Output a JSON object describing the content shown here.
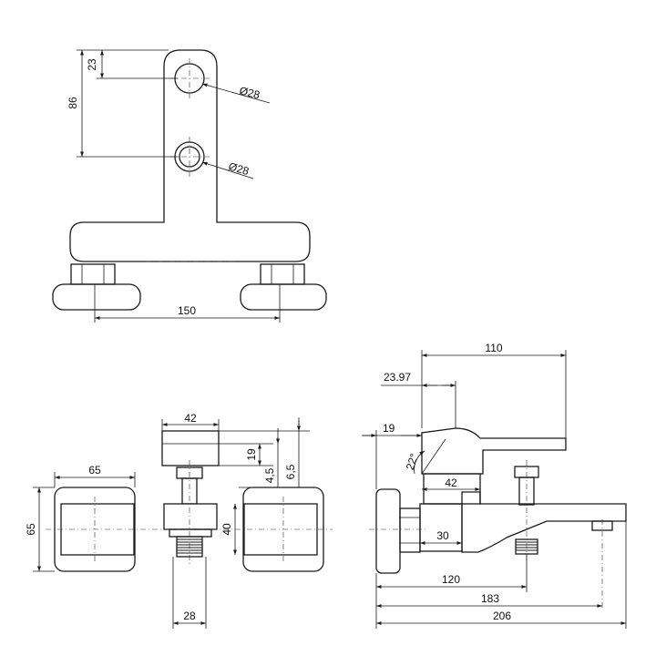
{
  "drawing": {
    "top_view": {
      "dim_23": "23",
      "dim_86": "86",
      "dia_upper": "Ø28",
      "dia_lower": "Ø28",
      "dim_150": "150"
    },
    "front_view": {
      "dim_42": "42",
      "dim_65_width": "65",
      "dim_65_height": "65",
      "dim_19": "19",
      "dim_4_5": "4,5",
      "dim_6_5": "6,5",
      "dim_40": "40",
      "dim_28": "28"
    },
    "side_view": {
      "dim_110": "110",
      "dim_23_97": "23.97",
      "dim_19": "19",
      "angle_22": "22°",
      "dim_42": "42",
      "dim_30": "30",
      "dim_120": "120",
      "dim_183": "183",
      "dim_206": "206"
    }
  }
}
